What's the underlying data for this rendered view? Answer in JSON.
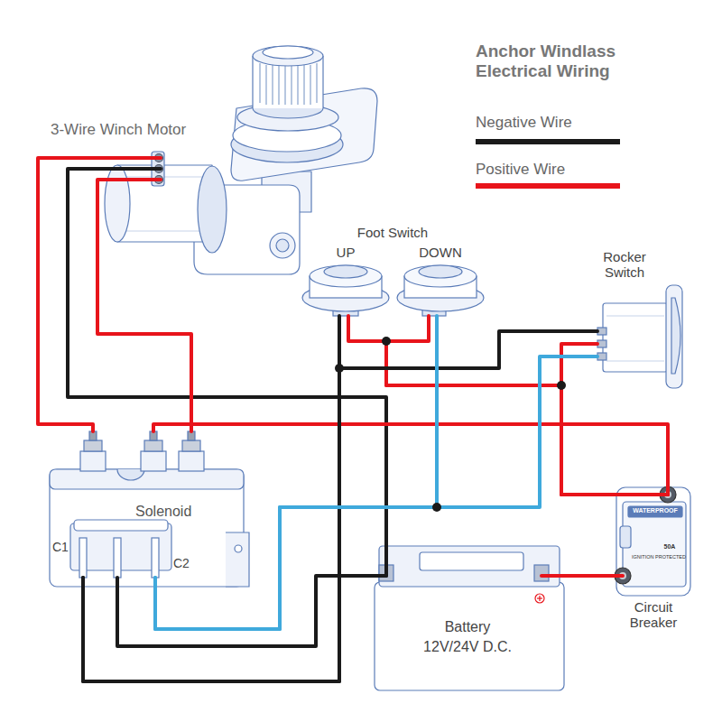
{
  "diagram": {
    "title": "Anchor Windlass Electrical Wiring",
    "nodes": [
      {
        "text": [
          "3-Wire Winch Motor"
        ]
      },
      {
        "text": [
          "UP"
        ]
      },
      {
        "text": [
          "DOWN"
        ]
      },
      {
        "text": [
          "Rocker Switch"
        ]
      },
      {
        "text": [
          "Solenoid",
          "C1",
          "C2"
        ]
      },
      {
        "text": [
          "Battery",
          "12V/24V D.C."
        ]
      },
      {
        "text": [
          "WATERPROOF",
          "50A",
          "IGNITION PROTECTED",
          "Circuit Breaker"
        ]
      }
    ],
    "edges": [
      {
        "from": 0,
        "to": 4,
        "arrow": "none"
      },
      {
        "from": 0,
        "to": 5,
        "arrow": "none"
      },
      {
        "from": 0,
        "to": 4,
        "arrow": "none"
      },
      {
        "from": 4,
        "to": 6,
        "arrow": "none"
      },
      {
        "from": 5,
        "to": 6,
        "arrow": "none"
      },
      {
        "from": 6,
        "to": 3,
        "arrow": "none"
      },
      {
        "from": 6,
        "to": 1,
        "arrow": "none"
      },
      {
        "from": 6,
        "to": 2,
        "arrow": "none"
      },
      {
        "from": 1,
        "to": 4,
        "arrow": "none"
      },
      {
        "from": 3,
        "to": 4,
        "arrow": "none"
      },
      {
        "from": 2,
        "to": 4,
        "arrow": "none"
      },
      {
        "from": 3,
        "to": 4,
        "arrow": "none"
      },
      {
        "from": 4,
        "to": 5,
        "arrow": "none"
      }
    ],
    "labels": [
      "Foot Switch"
    ],
    "legend": [
      {
        "text": "Negative Wire",
        "color": "#1a1a1a"
      },
      {
        "text": "Positive Wire",
        "color": "#e8141b"
      }
    ]
  }
}
